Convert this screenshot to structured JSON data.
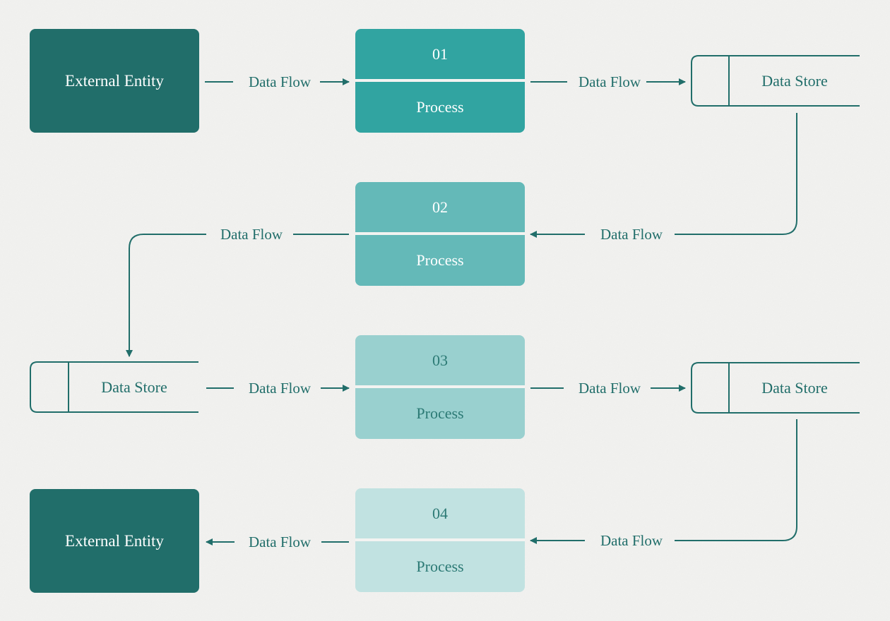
{
  "theme": {
    "dark_teal": "#216e6a",
    "teal_1": "#31a4a1",
    "teal_2": "#64b9b8",
    "teal_3": "#99d0cf",
    "teal_4": "#c1e2e1",
    "background": "#f3f3f1"
  },
  "external_entities": [
    {
      "label": "External Entity"
    },
    {
      "label": "External Entity"
    }
  ],
  "processes": [
    {
      "number": "01",
      "label": "Process"
    },
    {
      "number": "02",
      "label": "Process"
    },
    {
      "number": "03",
      "label": "Process"
    },
    {
      "number": "04",
      "label": "Process"
    }
  ],
  "data_stores": [
    {
      "label": "Data Store"
    },
    {
      "label": "Data Store"
    },
    {
      "label": "Data Store"
    }
  ],
  "flows": [
    {
      "label": "Data Flow"
    },
    {
      "label": "Data Flow"
    },
    {
      "label": "Data Flow"
    },
    {
      "label": "Data Flow"
    },
    {
      "label": "Data Flow"
    },
    {
      "label": "Data Flow"
    },
    {
      "label": "Data Flow"
    },
    {
      "label": "Data Flow"
    }
  ]
}
